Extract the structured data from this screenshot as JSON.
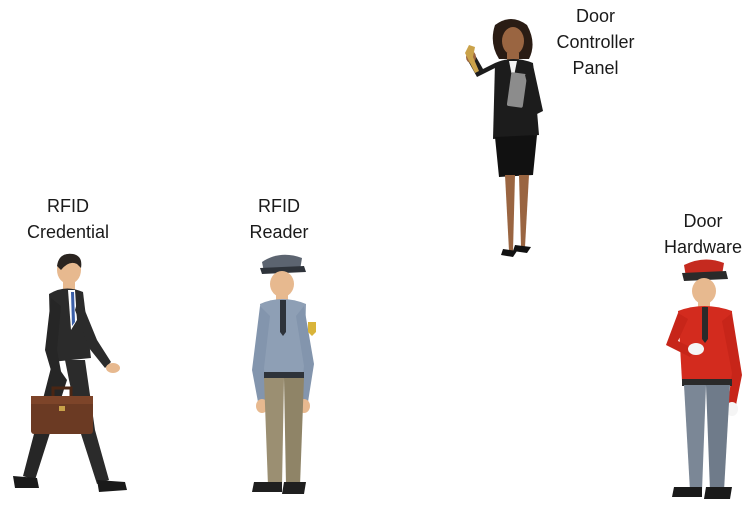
{
  "roles": {
    "rfid_credential": {
      "line1": "RFID",
      "line2": "Credential"
    },
    "rfid_reader": {
      "line1": "RFID",
      "line2": "Reader"
    },
    "door_controller_panel": {
      "line1": "Door",
      "line2": "Controller",
      "line3": "Panel"
    },
    "door_hardware": {
      "line1": "Door",
      "line2": "Hardware"
    }
  },
  "figures": {
    "rfid_credential": "businessman-with-briefcase",
    "rfid_reader": "security-guard",
    "door_controller_panel": "businesswoman-with-phone",
    "door_hardware": "doorman"
  },
  "colors": {
    "text": "#1a1a1a",
    "suit_dark": "#2b2b2b",
    "guard_blue": "#8e9fb5",
    "guard_trousers": "#9b8f72",
    "doorman_red": "#d32b1e",
    "doorman_grey": "#7b8796"
  }
}
